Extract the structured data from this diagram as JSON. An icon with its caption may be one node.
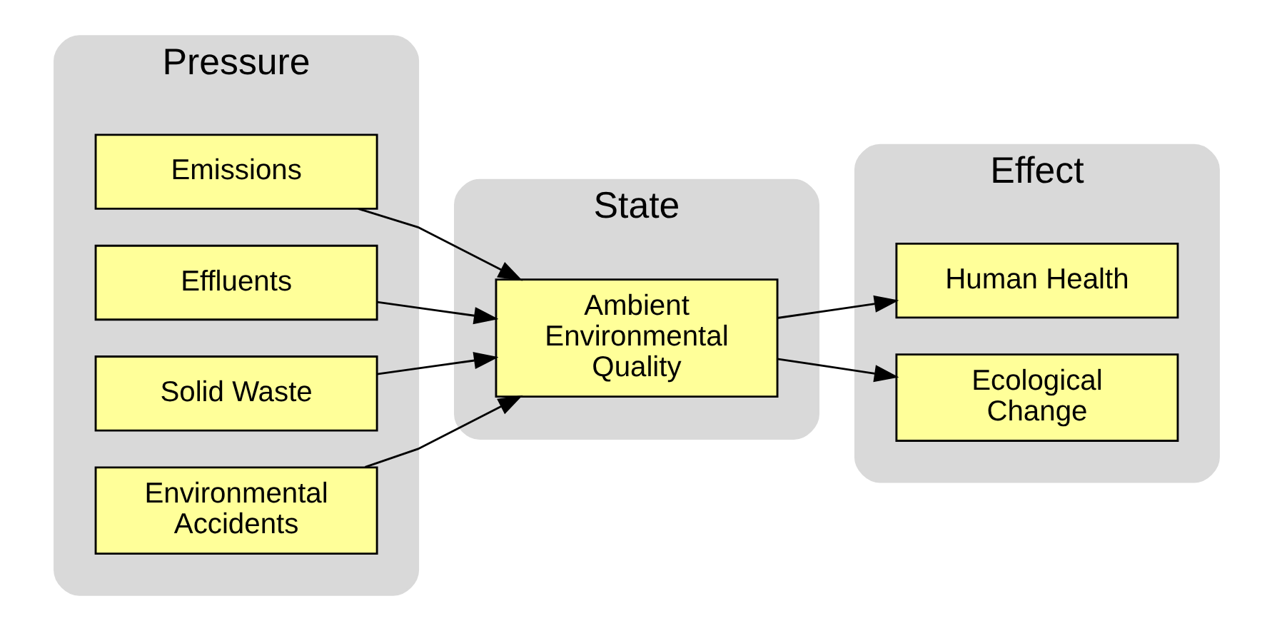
{
  "diagram": {
    "nodes": [
      {
        "text": [
          "Pressure"
        ]
      },
      {
        "text": [
          "Emissions"
        ],
        "in": 0
      },
      {
        "text": [
          "Effluents"
        ],
        "in": 0
      },
      {
        "text": [
          "Solid Waste"
        ],
        "in": 0
      },
      {
        "text": [
          "Environmental Accidents"
        ],
        "in": 0
      },
      {
        "text": [
          "State"
        ]
      },
      {
        "text": [
          "Ambient Environmental Quality"
        ],
        "in": 5
      },
      {
        "text": [
          "Effect"
        ]
      },
      {
        "text": [
          "Human Health"
        ],
        "in": 7
      },
      {
        "text": [
          "Ecological Change"
        ],
        "in": 7
      }
    ],
    "edges": [
      {
        "from": 1,
        "to": 6,
        "arrow": "to"
      },
      {
        "from": 2,
        "to": 6,
        "arrow": "to"
      },
      {
        "from": 3,
        "to": 6,
        "arrow": "to"
      },
      {
        "from": 4,
        "to": 6,
        "arrow": "to"
      },
      {
        "from": 6,
        "to": 8,
        "arrow": "to"
      },
      {
        "from": 6,
        "to": 9,
        "arrow": "to"
      }
    ]
  }
}
